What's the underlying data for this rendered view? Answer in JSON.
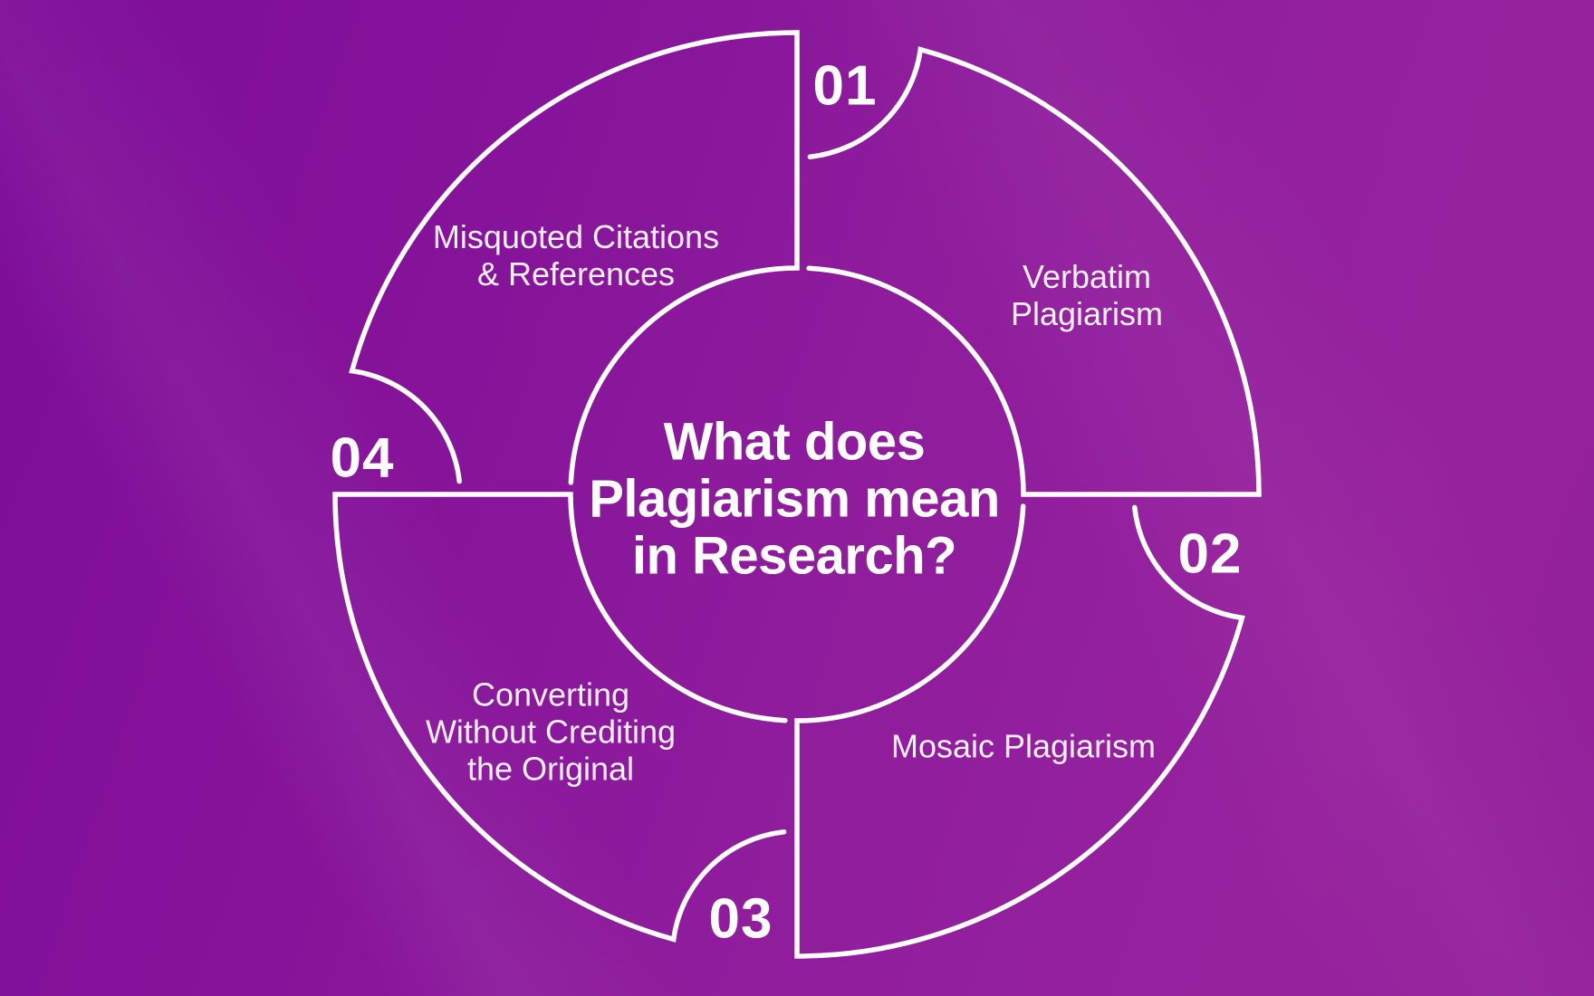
{
  "title": "What does\nPlagiarism mean\nin Research?",
  "segments": [
    {
      "number": "01",
      "label": "Verbatim\nPlagiarism"
    },
    {
      "number": "02",
      "label": "Mosaic Plagiarism"
    },
    {
      "number": "03",
      "label": "Converting\nWithout Crediting\nthe Original"
    },
    {
      "number": "04",
      "label": "Misquoted Citations\n& References"
    }
  ],
  "colors": {
    "background_top_left": "#7d0d98",
    "background_bottom_right": "#97229e",
    "line": "#ffffff",
    "label_text": "#f6ebf7",
    "number_text": "#ffffff"
  }
}
